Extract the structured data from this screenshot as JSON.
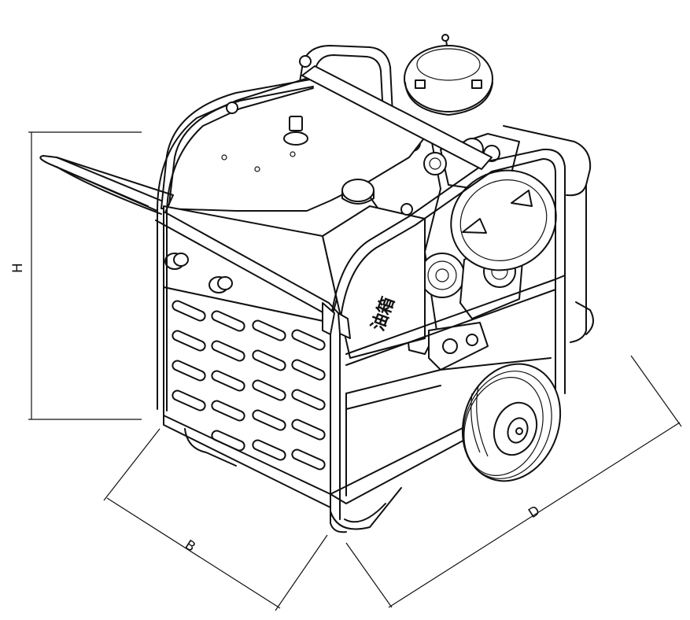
{
  "dimensions": {
    "height_label": "H",
    "width_label": "B",
    "depth_label": "D"
  },
  "tank_label": "油箱",
  "colors": {
    "line": "#111111",
    "background": "#ffffff"
  }
}
